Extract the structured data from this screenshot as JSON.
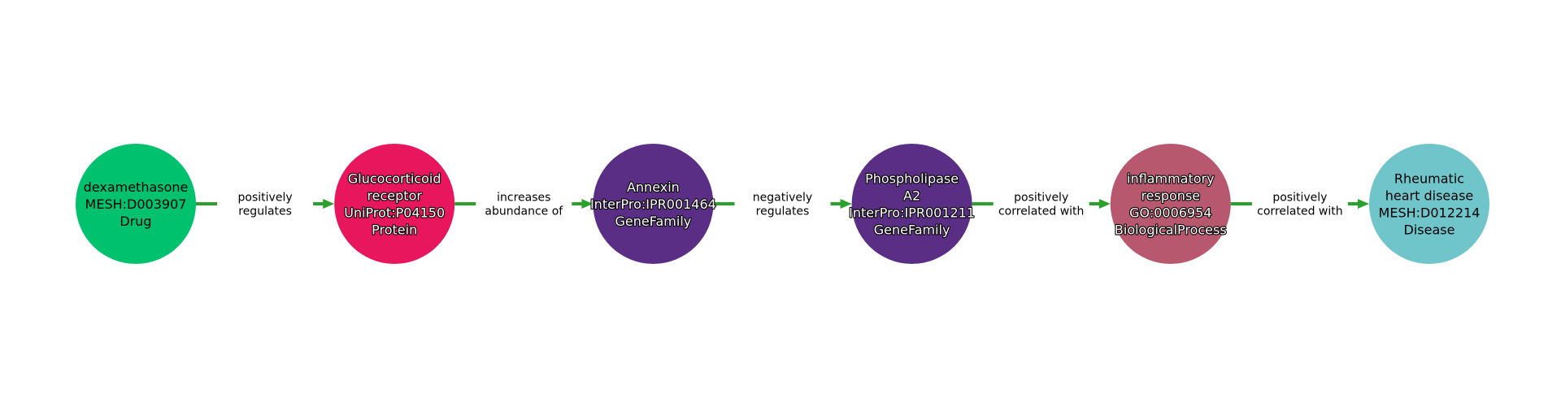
{
  "colors": {
    "edge": "#2ca02c",
    "label_background": "#ffffff"
  },
  "nodes": [
    {
      "id": "n1",
      "lines": [
        "dexamethasone",
        "MESH:D003907",
        "Drug"
      ],
      "color": "#00c16e",
      "text_style": "dark"
    },
    {
      "id": "n2",
      "lines": [
        "Glucocorticoid",
        "receptor",
        "UniProt:P04150",
        "Protein"
      ],
      "color": "#e8175d",
      "text_style": "light"
    },
    {
      "id": "n3",
      "lines": [
        "Annexin",
        "InterPro:IPR001464",
        "GeneFamily"
      ],
      "color": "#5b2e86",
      "text_style": "light"
    },
    {
      "id": "n4",
      "lines": [
        "Phospholipase",
        "A2",
        "InterPro:IPR001211",
        "GeneFamily"
      ],
      "color": "#5b2e86",
      "text_style": "light"
    },
    {
      "id": "n5",
      "lines": [
        "inflammatory",
        "response",
        "GO:0006954",
        "BiologicalProcess"
      ],
      "color": "#b8586e",
      "text_style": "light"
    },
    {
      "id": "n6",
      "lines": [
        "Rheumatic",
        "heart disease",
        "MESH:D012214",
        "Disease"
      ],
      "color": "#70c5cb",
      "text_style": "dark"
    }
  ],
  "edges": [
    {
      "from": "n1",
      "to": "n2",
      "lines": [
        "positively",
        "regulates"
      ]
    },
    {
      "from": "n2",
      "to": "n3",
      "lines": [
        "increases",
        "abundance of"
      ]
    },
    {
      "from": "n3",
      "to": "n4",
      "lines": [
        "negatively",
        "regulates"
      ]
    },
    {
      "from": "n4",
      "to": "n5",
      "lines": [
        "positively",
        "correlated with"
      ]
    },
    {
      "from": "n5",
      "to": "n6",
      "lines": [
        "positively",
        "correlated with"
      ]
    }
  ]
}
